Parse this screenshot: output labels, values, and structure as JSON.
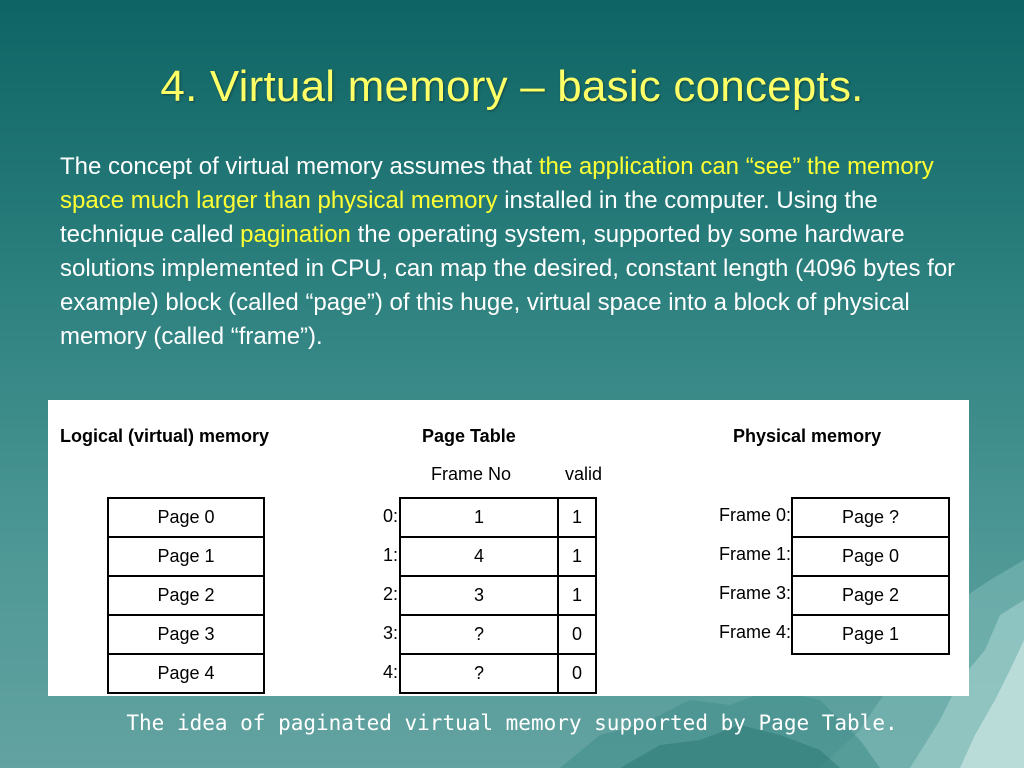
{
  "title": "4. Virtual memory – basic concepts.",
  "body": {
    "p1": "The concept of virtual memory assumes that ",
    "h1": "the application can “see” the memory space much larger than physical memory",
    "p2": " installed in the computer. Using the technique called ",
    "h2": "pagination",
    "p3": " the operating system, supported by some hardware solutions implemented in CPU, can map the desired, constant length (4096 bytes for example) block (called “page”) of this huge, virtual space into a block of physical memory (called “frame”)."
  },
  "diagram": {
    "logical": {
      "heading": "Logical (virtual) memory",
      "pages": [
        "Page 0",
        "Page 1",
        "Page 2",
        "Page 3",
        "Page 4"
      ]
    },
    "page_table": {
      "heading": "Page Table",
      "col_frame": "Frame No",
      "col_valid": "valid",
      "rows": [
        {
          "index": "0:",
          "frame": "1",
          "valid": "1"
        },
        {
          "index": "1:",
          "frame": "4",
          "valid": "1"
        },
        {
          "index": "2:",
          "frame": "3",
          "valid": "1"
        },
        {
          "index": "3:",
          "frame": "?",
          "valid": "0"
        },
        {
          "index": "4:",
          "frame": "?",
          "valid": "0"
        }
      ]
    },
    "physical": {
      "heading": "Physical memory",
      "rows": [
        {
          "label": "Frame 0:",
          "content": "Page ?"
        },
        {
          "label": "Frame 1:",
          "content": "Page 0"
        },
        {
          "label": "Frame 3:",
          "content": "Page 2"
        },
        {
          "label": "Frame 4:",
          "content": "Page 1"
        }
      ]
    }
  },
  "caption": "The idea of paginated virtual memory supported by Page Table.",
  "colors": {
    "title": "#ffff66",
    "highlight": "#ffff33",
    "text": "#ffffff"
  }
}
